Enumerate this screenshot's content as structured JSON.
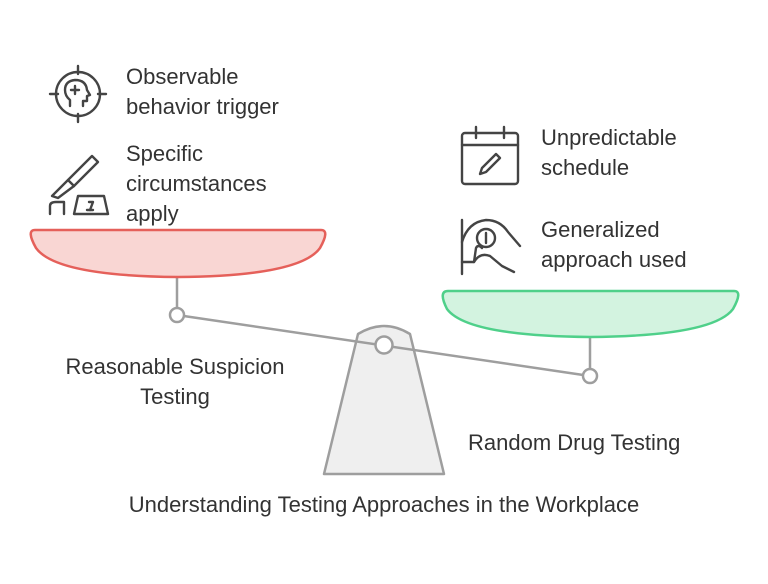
{
  "left_items": [
    {
      "icon": "target-head-icon",
      "lines": [
        "Observable",
        "behavior trigger"
      ]
    },
    {
      "icon": "scalpel-marker-icon",
      "lines": [
        "Specific",
        "circumstances",
        "apply"
      ]
    }
  ],
  "right_items": [
    {
      "icon": "calendar-pen-icon",
      "lines": [
        "Unpredictable",
        "schedule"
      ]
    },
    {
      "icon": "hand-coin-icon",
      "lines": [
        "Generalized",
        "approach used"
      ]
    }
  ],
  "left_label": [
    "Reasonable Suspicion",
    "Testing"
  ],
  "right_label": "Random Drug Testing",
  "footer_title": "Understanding Testing Approaches in the Workplace",
  "colors": {
    "left_pan_fill": "#f9d6d3",
    "left_pan_stroke": "#e5605a",
    "right_pan_fill": "#d3f3e0",
    "right_pan_stroke": "#4fd08a",
    "beam": "#9e9e9e",
    "fulcrum_fill": "#efefef",
    "icon": "#444444"
  }
}
